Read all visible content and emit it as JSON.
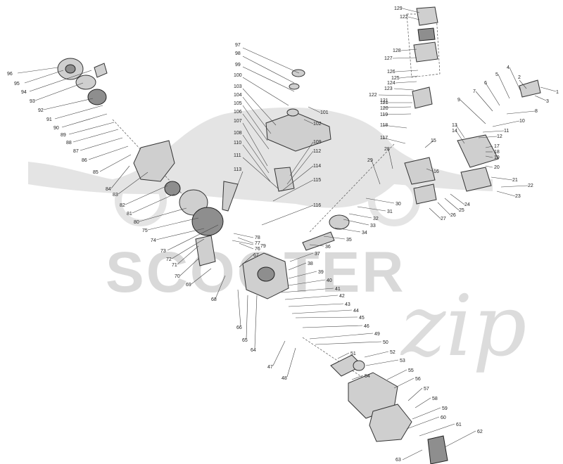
{
  "watermark": {
    "main": "SCOOTER",
    "script": "zip"
  },
  "labels": {
    "l1": "1",
    "l2": "2",
    "l3": "3",
    "l4": "4",
    "l5": "5",
    "l6": "6",
    "l7": "7",
    "l8": "8",
    "l9": "9",
    "l10": "10",
    "l11": "11",
    "l12": "12",
    "l13": "13",
    "l14": "14",
    "l15": "15",
    "l16": "16",
    "l17": "17",
    "l18": "18",
    "l19": "19",
    "l20": "20",
    "l21": "21",
    "l22": "22",
    "l23": "23",
    "l24": "24",
    "l25": "25",
    "l26": "26",
    "l27": "27",
    "l28": "28",
    "l29": "29",
    "l30": "30",
    "l31": "31",
    "l32": "32",
    "l33": "33",
    "l34": "34",
    "l35": "35",
    "l36": "36",
    "l37": "37",
    "l38": "38",
    "l39": "39",
    "l40": "40",
    "l41": "41",
    "l42": "42",
    "l43": "43",
    "l44": "44",
    "l45": "45",
    "l46": "46",
    "l47": "47",
    "l48": "48",
    "l49": "49",
    "l50": "50",
    "l51": "51",
    "l52": "52",
    "l53": "53",
    "l54": "54",
    "l55": "55",
    "l56": "56",
    "l57": "57",
    "l58": "58",
    "l59": "59",
    "l60": "60",
    "l61": "61",
    "l62": "62",
    "l63": "63",
    "l64": "64",
    "l65": "65",
    "l66": "66",
    "l67": "67",
    "l68": "68",
    "l69": "69",
    "l70": "70",
    "l71": "71",
    "l72": "72",
    "l73": "73",
    "l74": "74",
    "l75": "75",
    "l76": "76",
    "l77": "77",
    "l78": "78",
    "l79": "79",
    "l80": "80",
    "l81": "81",
    "l82": "82",
    "l83": "83",
    "l84": "84",
    "l85": "85",
    "l86": "86",
    "l87": "87",
    "l88": "88",
    "l89": "89",
    "l90": "90",
    "l91": "91",
    "l92": "92",
    "l93": "93",
    "l94": "94",
    "l95": "95",
    "l96": "96",
    "l97": "97",
    "l98": "98",
    "l99": "99",
    "l100": "100",
    "l101": "101",
    "l102": "102",
    "l103": "103",
    "l104": "104",
    "l105": "105",
    "l106": "106",
    "l107": "107",
    "l108": "108",
    "l109": "109",
    "l110": "110",
    "l111": "111",
    "l112": "112",
    "l113": "113",
    "l114": "114",
    "l115": "115",
    "l116": "116",
    "l117": "117",
    "l118": "118",
    "l119": "119",
    "l120": "120",
    "l121": "121",
    "l121b": "121",
    "l122": "122",
    "l122b": "122",
    "l123": "123",
    "l124": "124",
    "l125": "125",
    "l126": "126",
    "l127": "127",
    "l128": "128",
    "l129": "129"
  }
}
